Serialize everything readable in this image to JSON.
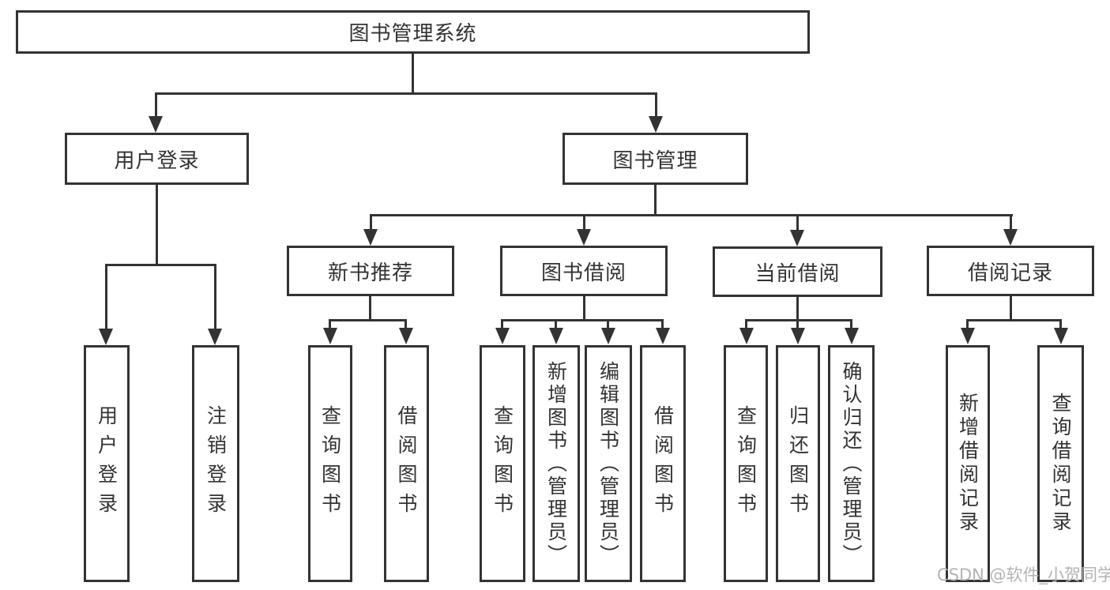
{
  "diagram": {
    "root": {
      "label": "图书管理系统"
    },
    "level2": [
      {
        "label": "用户登录"
      },
      {
        "label": "图书管理"
      }
    ],
    "level3": [
      {
        "label": "新书推荐"
      },
      {
        "label": "图书借阅"
      },
      {
        "label": "当前借阅"
      },
      {
        "label": "借阅记录"
      }
    ],
    "leaves": {
      "user_login": [
        "用户登录",
        "注销登录"
      ],
      "new_book": [
        "查询图书",
        "借阅图书"
      ],
      "book_borrow": [
        "查询图书",
        "新增图书（管理员）",
        "编辑图书（管理员）",
        "借阅图书"
      ],
      "current_borrow": [
        "查询图书",
        "归还图书",
        "确认归还（管理员）"
      ],
      "borrow_record": [
        "新增借阅记录",
        "查询借阅记录"
      ]
    }
  },
  "watermark": {
    "text": "CSDN @软件_小贺同学",
    "color": "#b3b3b3"
  },
  "colors": {
    "line": "#333333",
    "text": "#333333",
    "background": "#ffffff"
  }
}
